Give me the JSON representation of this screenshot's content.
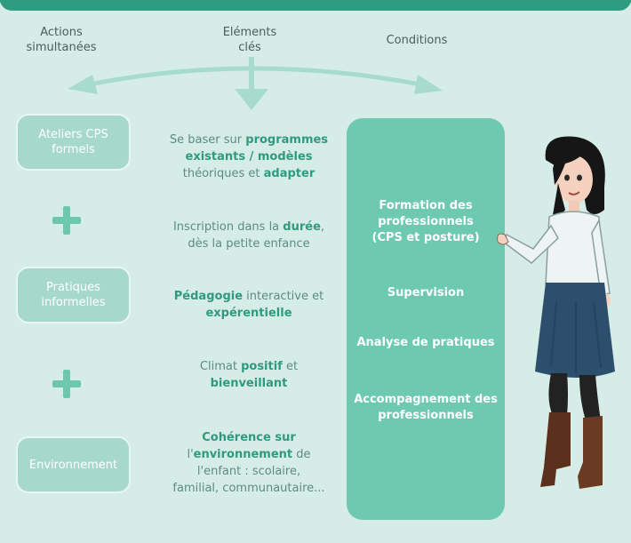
{
  "headers": {
    "actions": [
      "Actions",
      "simultanées"
    ],
    "elements": [
      "Eléments",
      "clés"
    ],
    "conditions": "Conditions"
  },
  "actions": {
    "ateliers": [
      "Ateliers CPS",
      "formels"
    ],
    "pratiques": [
      "Pratiques",
      "informelles"
    ],
    "environnement": "Environnement"
  },
  "elements": {
    "e1": {
      "l1": [
        "Se baser sur ",
        "programmes"
      ],
      "l2": "existants / modèles",
      "l3": [
        "théoriques et ",
        "adapter"
      ]
    },
    "e2": {
      "l1": [
        "Inscription dans la ",
        "durée",
        ","
      ],
      "l2": "dès la petite enfance"
    },
    "e3": {
      "l1": [
        "Pédagogie",
        " interactive et"
      ],
      "l2": "expérentielle"
    },
    "e4": {
      "l1": [
        "Climat ",
        "positif",
        " et"
      ],
      "l2": "bienveillant"
    },
    "e5": {
      "l1": "Cohérence sur",
      "l2": [
        "l'",
        "environnement",
        " de"
      ],
      "l3": "l'enfant : scolaire,",
      "l4": "familial, communautaire..."
    }
  },
  "conditions": {
    "formation": [
      "Formation des",
      "professionnels",
      "(CPS et posture)"
    ],
    "supervision": "Supervision",
    "analyse": "Analyse de pratiques",
    "accompagnement": [
      "Accompagnement des",
      "professionnels"
    ]
  },
  "colors": {
    "background": "#d6ece6",
    "top_band": "#2d9c7f",
    "pill": "#a6d9cc",
    "plus": "#6ec6ad",
    "panel": "#6dcab0",
    "emphasis": "#2f9a7f",
    "body_text": "#5c8c80"
  }
}
